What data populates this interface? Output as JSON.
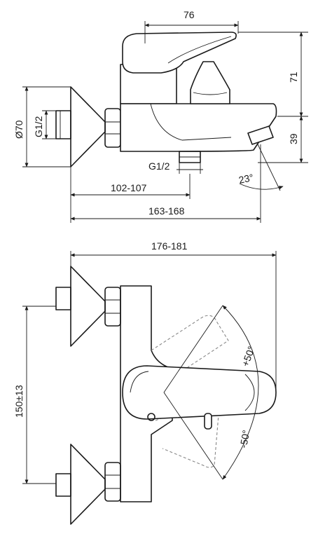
{
  "side_view": {
    "dims": {
      "top_width": "76",
      "height_lever": "71",
      "height_spout": "39",
      "diameter": "Ø70",
      "thread_left": "G1/2",
      "thread_bottom": "G1/2",
      "angle": "23°",
      "spout_reach": "102-107",
      "total_reach": "163-168"
    }
  },
  "top_view": {
    "dims": {
      "overall_width": "176-181",
      "center_distance": "150±13",
      "rotation_plus": "+50°",
      "rotation_minus": "-50°"
    }
  }
}
